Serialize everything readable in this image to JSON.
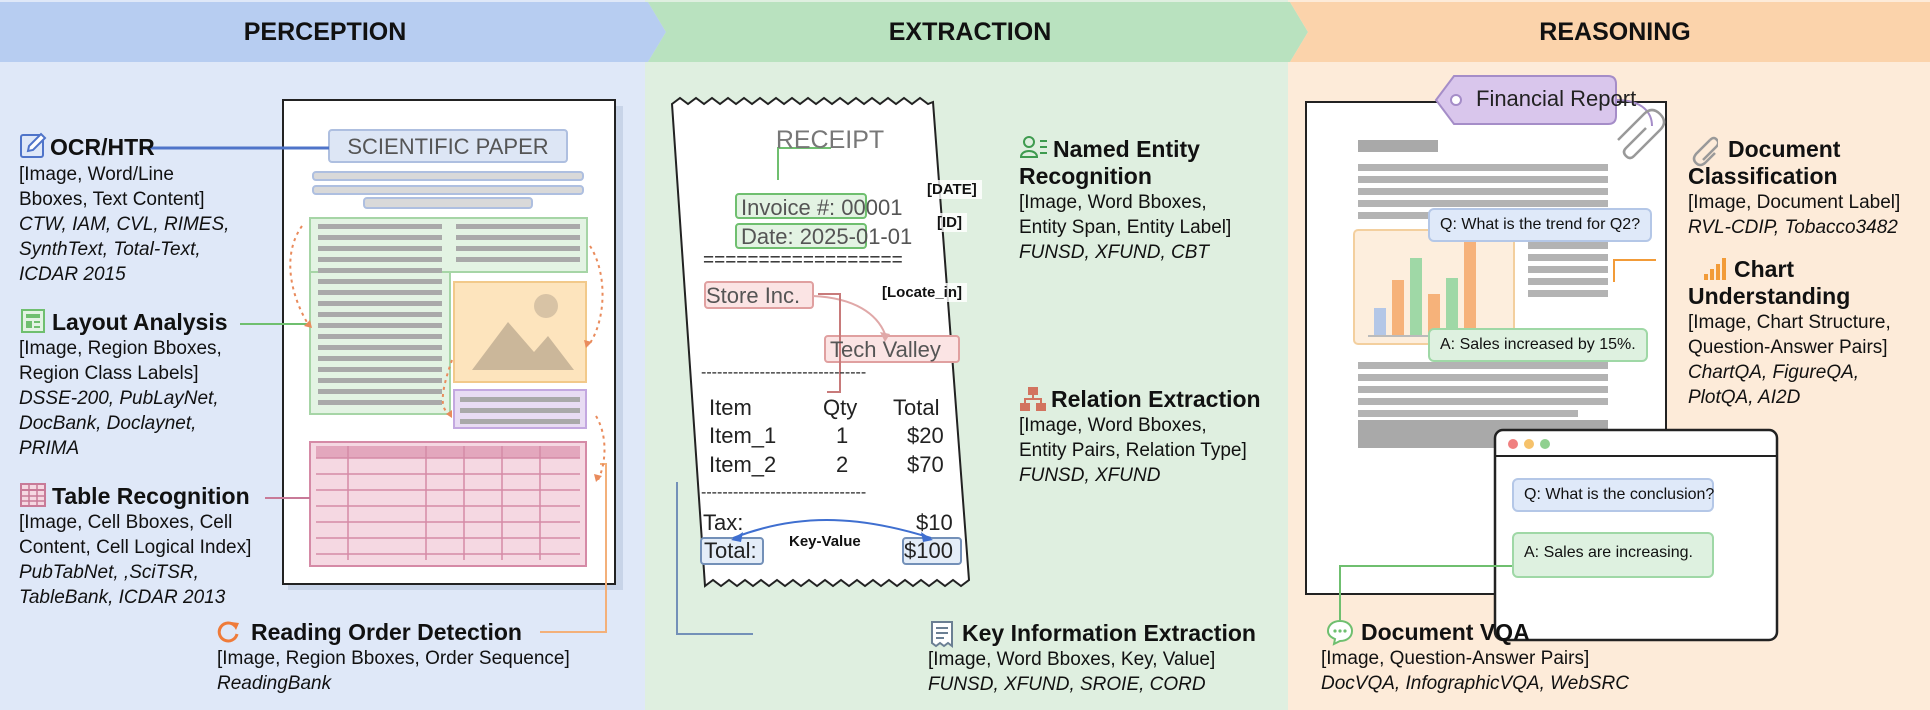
{
  "headers": {
    "perception": "PERCEPTION",
    "extraction": "EXTRACTION",
    "reasoning": "REASONING"
  },
  "colors": {
    "perception_bg": "#dfe8f8",
    "perception_hdr": "#b7cdf1",
    "extraction_bg": "#dff0e0",
    "extraction_hdr": "#b9e2bf",
    "reasoning_bg": "#fdebd9",
    "reasoning_hdr": "#fbd3ab"
  },
  "perception": {
    "paper_title": "SCIENTIFIC PAPER",
    "tasks": [
      {
        "icon": "pencil-icon",
        "title": "OCR/HTR",
        "desc": [
          "[Image, Word/Line",
          "Bboxes, Text Content]"
        ],
        "datasets": [
          "CTW, IAM, CVL, RIMES,",
          "SynthText, Total-Text,",
          "ICDAR 2015"
        ]
      },
      {
        "icon": "layout-icon",
        "title": "Layout Analysis",
        "desc": [
          "[Image, Region Bboxes,",
          "Region Class Labels]"
        ],
        "datasets": [
          "DSSE-200, PubLayNet,",
          "DocBank, Doclaynet,",
          "PRIMA"
        ]
      },
      {
        "icon": "table-icon",
        "title": "Table Recognition",
        "desc": [
          "[Image, Cell Bboxes, Cell",
          "Content, Cell Logical Index]"
        ],
        "datasets": [
          "PubTabNet, ,SciTSR,",
          "TableBank, ICDAR 2013"
        ]
      },
      {
        "icon": "refresh-icon",
        "title": "Reading Order Detection",
        "desc": [
          "[Image, Region Bboxes, Order Sequence]"
        ],
        "datasets": [
          "ReadingBank"
        ]
      }
    ]
  },
  "extraction": {
    "receipt": {
      "title": "RECEIPT",
      "invoice": "Invoice #: 00001",
      "date": "Date: 2025-01-01",
      "tag_date": "[DATE]",
      "tag_id": "[ID]",
      "equals": "==================",
      "store": "Store Inc.",
      "locate_tag": "[Locate_in]",
      "location": "Tech Valley",
      "dashes": "-------------------------------",
      "col_item": "Item",
      "col_qty": "Qty",
      "col_total": "Total",
      "rows": [
        {
          "item": "Item_1",
          "qty": "1",
          "total": "$20"
        },
        {
          "item": "Item_2",
          "qty": "2",
          "total": "$70"
        }
      ],
      "tax_label": "Tax:",
      "tax_value": "$10",
      "total_label": "Total:",
      "total_value": "$100",
      "kv_tag": "Key-Value"
    },
    "tasks": [
      {
        "icon": "entity-icon",
        "title": [
          "Named Entity",
          "Recognition"
        ],
        "desc": [
          "[Image, Word Bboxes,",
          "Entity Span, Entity Label]"
        ],
        "datasets": [
          "FUNSD, XFUND, CBT"
        ]
      },
      {
        "icon": "hierarchy-icon",
        "title": [
          "Relation Extraction"
        ],
        "desc": [
          "[Image, Word Bboxes,",
          "Entity Pairs, Relation Type]"
        ],
        "datasets": [
          "FUNSD, XFUND"
        ]
      },
      {
        "icon": "receipt-icon",
        "title": [
          "Key Information Extraction"
        ],
        "desc": [
          "[Image, Word Bboxes, Key, Value]"
        ],
        "datasets": [
          "FUNSD, XFUND, SROIE, CORD"
        ]
      }
    ]
  },
  "reasoning": {
    "doc_tag": "Financial Report",
    "chart_q": "Q: What is the trend for Q2?",
    "chart_a": "A: Sales increased by 15%.",
    "chat_q": "Q: What is the conclusion?",
    "chat_a": "A: Sales are increasing.",
    "tasks": [
      {
        "icon": "paperclip-icon",
        "title": [
          "Document",
          "Classification"
        ],
        "desc": [
          "[Image, Document Label]"
        ],
        "datasets": [
          "RVL-CDIP, Tobacco3482"
        ]
      },
      {
        "icon": "bar-chart-icon",
        "title": [
          "Chart",
          "Understanding"
        ],
        "desc": [
          "[Image, Chart Structure,",
          "Question-Answer Pairs]"
        ],
        "datasets": [
          "ChartQA, FigureQA,",
          "PlotQA, AI2D"
        ]
      },
      {
        "icon": "chat-icon",
        "title": [
          "Document VQA"
        ],
        "desc": [
          "[Image, Question-Answer Pairs]"
        ],
        "datasets": [
          "DocVQA, InfographicVQA, WebSRC"
        ]
      }
    ]
  }
}
